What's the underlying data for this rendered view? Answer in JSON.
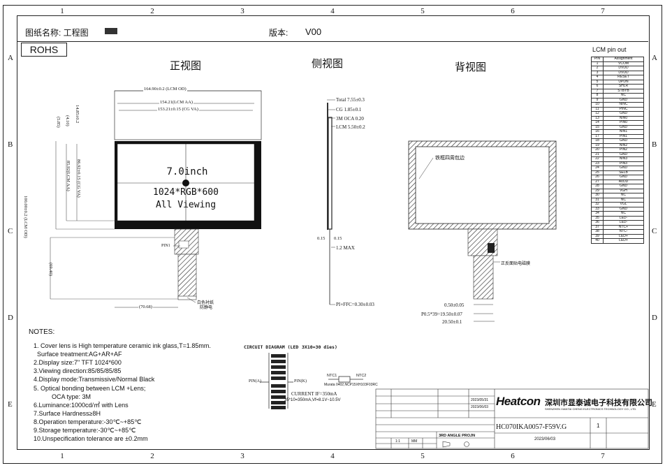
{
  "header": {
    "drawing_name_label": "图纸名称: 工程图",
    "version_label": "版本:",
    "version_value": "V00",
    "rohs": "ROHS"
  },
  "zones": {
    "columns": [
      "1",
      "2",
      "3",
      "4",
      "5",
      "6",
      "7"
    ],
    "rows": [
      "A",
      "B",
      "C",
      "D",
      "E"
    ]
  },
  "views": {
    "front": "正视图",
    "side": "侧视图",
    "back": "背视图"
  },
  "front_view": {
    "dim_lcm_od": "164.90±0.2 (LCM OD)",
    "dim_lcm_aa": "154.21(LCM AA)",
    "dim_cg_va": "153.21±0.15 (CG VA)",
    "dim_height_od": "100.00±0.2 (LCM OD)",
    "dim_height_aa": "85.92(LCM AA)",
    "dim_height_va": "86.92±0.15 (CG VA)",
    "dim_top_1": "14.85±0.2",
    "dim_top_2": "(4.10)",
    "dim_top_3": "(5.85)",
    "dim_fpc_len": "(69.40)",
    "dim_fpc_offset": "(70.68)",
    "screen_size": "7.0inch",
    "resolution": "1024*RGB*600",
    "viewing": "All Viewing",
    "pin1": "PIN1",
    "white_label": "白色衬纸",
    "white_label_2": "防静电"
  },
  "side_view": {
    "total": "Total 7.55±0.3",
    "cg": "CG 1.85±0.1",
    "oca": "3M OCA 0.20",
    "lcm": "LCM 5.50±0.2",
    "d1": "0.15",
    "d2": "0.15",
    "max": "1.2 MAX",
    "fpc": "PI+FFC=0.30±0.03"
  },
  "back_view": {
    "wrap_label": "铁框四周包边",
    "fpc_label": "正反面贴电磁膜",
    "d1": "0.50±0.05",
    "d2": "P0.5*39=19.50±0.07",
    "d3": "20.50±0.1"
  },
  "pin_table": {
    "title": "LCM pin out",
    "head_pin": "PIN",
    "head_assignment": "Assignment",
    "pins": [
      [
        "1",
        "VCOM"
      ],
      [
        "2",
        "DVDD"
      ],
      [
        "3",
        "DVDD"
      ],
      [
        "4",
        "RESET"
      ],
      [
        "5",
        "UPDN"
      ],
      [
        "6",
        "SHLR"
      ],
      [
        "7",
        "STBYB"
      ],
      [
        "8",
        "NC"
      ],
      [
        "9",
        "GND"
      ],
      [
        "10",
        "NINC"
      ],
      [
        "11",
        "PINC"
      ],
      [
        "12",
        "GND"
      ],
      [
        "13",
        "NIN0"
      ],
      [
        "14",
        "PIN0"
      ],
      [
        "15",
        "GND"
      ],
      [
        "16",
        "NIN1"
      ],
      [
        "17",
        "PIN1"
      ],
      [
        "18",
        "GND"
      ],
      [
        "19",
        "NIN2"
      ],
      [
        "20",
        "PIN2"
      ],
      [
        "21",
        "GND"
      ],
      [
        "22",
        "NIN3"
      ],
      [
        "23",
        "PIN3"
      ],
      [
        "24",
        "GND"
      ],
      [
        "25",
        "SELB"
      ],
      [
        "26",
        "GND"
      ],
      [
        "27",
        "AVDD"
      ],
      [
        "28",
        "GND"
      ],
      [
        "29",
        "VGH"
      ],
      [
        "30",
        "NC"
      ],
      [
        "31",
        "NC"
      ],
      [
        "32",
        "VGL"
      ],
      [
        "33",
        "GND"
      ],
      [
        "34",
        "NC"
      ],
      [
        "35",
        "LED-"
      ],
      [
        "36",
        "LED-"
      ],
      [
        "37",
        "NTC+"
      ],
      [
        "38",
        "NTC-"
      ],
      [
        "39",
        "LED+"
      ],
      [
        "40",
        "LED+"
      ]
    ]
  },
  "notes": {
    "title": "NOTES:",
    "items": [
      "1. Cover lens is High temperature ceramic ink glass,T=1.85mm.",
      "Surface treatment:AG+AR+AF",
      "2.Display size:7\" TFT 1024*600",
      "3.Viewing direction:85/85/85/85",
      "4.Display mode:Transmissive/Normal Black",
      "5. Optical bonding between LCM +Lens;",
      "OCA type: 3M",
      "6.Luminance:1000cd/㎡ with Lens",
      "7.Surface Hardness≥8H",
      "8.Operation temperature:-30℃~+85℃",
      "9.Storage temperature:-30℃~+85℃",
      "10.Unspecification tolerance are ±0.2mm"
    ]
  },
  "circuit": {
    "title": "CIRCUIT DIAGRAM (LED",
    "title_config": "3X10=30 dies)",
    "pin_left": "PIN(A)",
    "pin_right": "PIN(K)",
    "current": "CURRENT IF=350mA",
    "spec": "35*10=350mA,Vf=8.1V~10.5V",
    "ntc1": "NTC1",
    "ntc2": "NTC2",
    "murata": "Murata 0402,NCP15XH103F03RC"
  },
  "title_block": {
    "company_cn": "深圳市显泰诚电子科技有限公司",
    "company_en": "SHENZHEN XIANTAI CHENG ELECTRONICS TECHNOLOGY CO., LTD.",
    "logo": "Heatcon",
    "part_no": "HC070IKA0057-F59V.G",
    "date": "2023/06/03",
    "date1": "2023/05/31",
    "date2": "2023/06/03",
    "projection": "3RD ANGLE PROJN",
    "unit": "MM",
    "scale": "1:1",
    "sheet": "1"
  }
}
